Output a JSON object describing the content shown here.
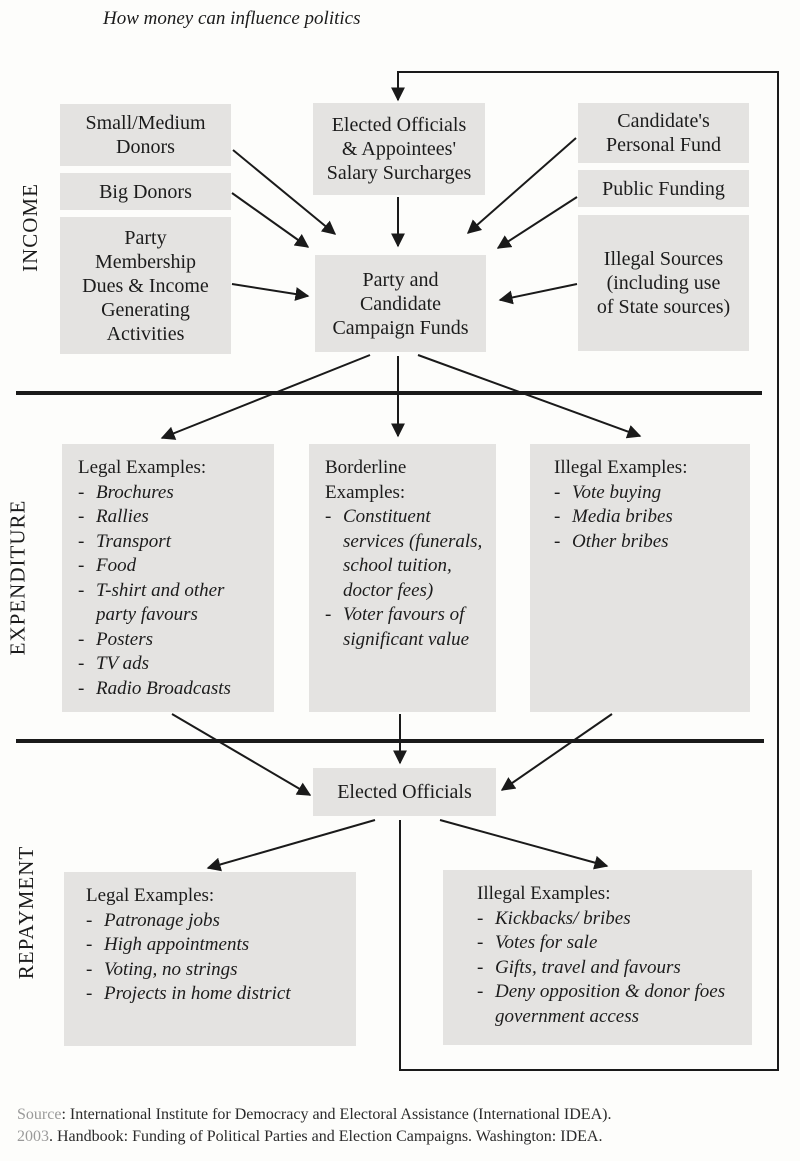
{
  "title": "How money can influence politics",
  "sections": {
    "income": "INCOME",
    "expenditure": "EXPENDITURE",
    "repayment": "REPAYMENT"
  },
  "income": {
    "small_donors": [
      "Small/Medium",
      "Donors"
    ],
    "big_donors": [
      "Big Donors"
    ],
    "party_membership": [
      "Party",
      "Membership",
      "Dues & Income",
      "Generating",
      "Activities"
    ],
    "elected_surcharges": [
      "Elected Officials",
      "& Appointees'",
      "Salary Surcharges"
    ],
    "candidate_fund": [
      "Candidate's",
      "Personal Fund"
    ],
    "public_funding": [
      "Public Funding"
    ],
    "illegal_sources": [
      "Illegal Sources",
      "(including use",
      "of State sources)"
    ],
    "campaign_funds": [
      "Party and",
      "Candidate",
      "Campaign Funds"
    ]
  },
  "expenditure": {
    "legal": {
      "heading": "Legal Examples:",
      "items": [
        "Brochures",
        "Rallies",
        "Transport",
        "Food",
        "T-shirt and other party favours",
        "Posters",
        "TV ads",
        "Radio Broadcasts"
      ]
    },
    "borderline": {
      "heading": "Borderline Examples:",
      "items": [
        "Constituent services (funerals, school tuition, doctor fees)",
        "Voter favours of significant value"
      ]
    },
    "illegal": {
      "heading": "Illegal Examples:",
      "items": [
        "Vote buying",
        "Media bribes",
        "Other bribes"
      ]
    }
  },
  "repayment": {
    "elected_officials": "Elected Officials",
    "legal": {
      "heading": "Legal Examples:",
      "items": [
        "Patronage jobs",
        "High appointments",
        "Voting, no strings",
        "Projects in home district"
      ]
    },
    "illegal": {
      "heading": "Illegal Examples:",
      "items": [
        "Kickbacks/ bribes",
        "Votes for sale",
        "Gifts, travel and favours",
        "Deny opposition & donor foes government access"
      ]
    }
  },
  "source": {
    "label": "Source",
    "line1": ": International Institute for Democracy and Electoral Assistance (International IDEA).",
    "year": "2003",
    "line2": ". Handbook: Funding of Political Parties and Election Campaigns. Washington: IDEA."
  }
}
